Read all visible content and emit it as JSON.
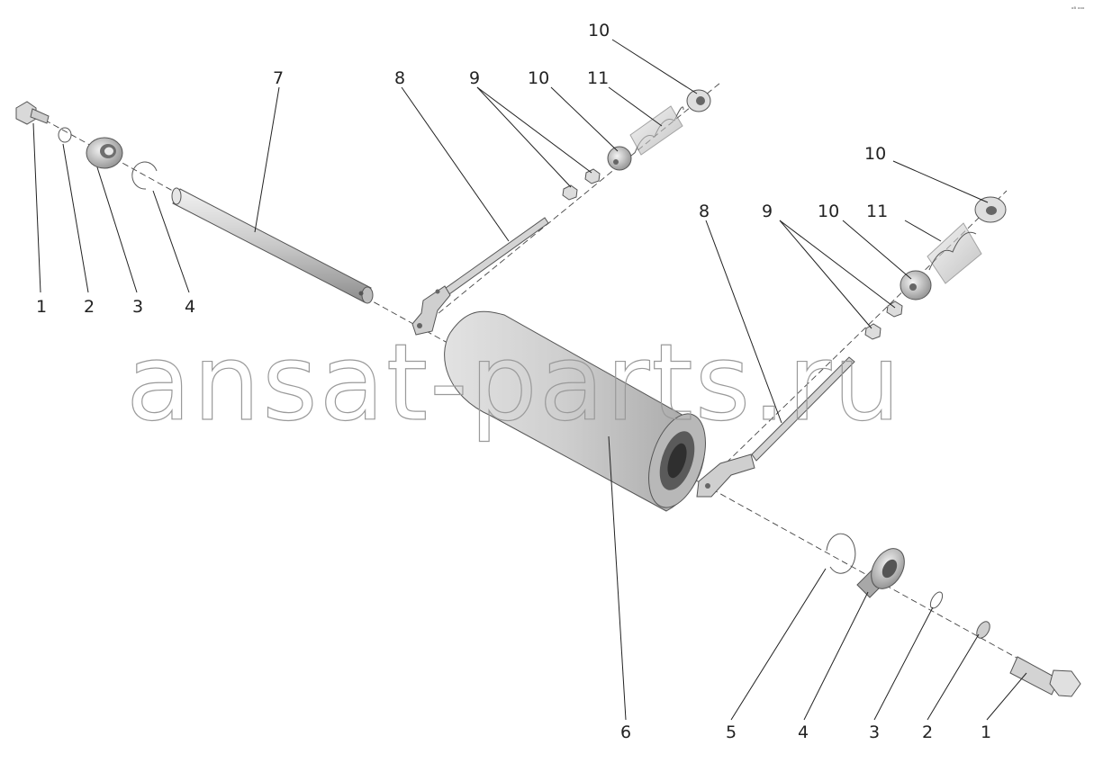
{
  "corner_mark": "ᵒᴮ ᵒᵒᵒ",
  "watermark": "ansat-parts.ru",
  "callouts": {
    "left_1": "1",
    "left_2": "2",
    "left_3": "3",
    "left_4": "4",
    "shaft_7": "7",
    "upper_8": "8",
    "upper_9": "9",
    "upper_10a": "10",
    "upper_10b": "10",
    "upper_11": "11",
    "right_8": "8",
    "right_9": "9",
    "right_10a": "10",
    "right_10b": "10",
    "right_11": "11",
    "roller_6": "6",
    "bottom_5": "5",
    "bottom_4": "4",
    "bottom_3": "3",
    "bottom_2": "2",
    "bottom_1": "1"
  }
}
